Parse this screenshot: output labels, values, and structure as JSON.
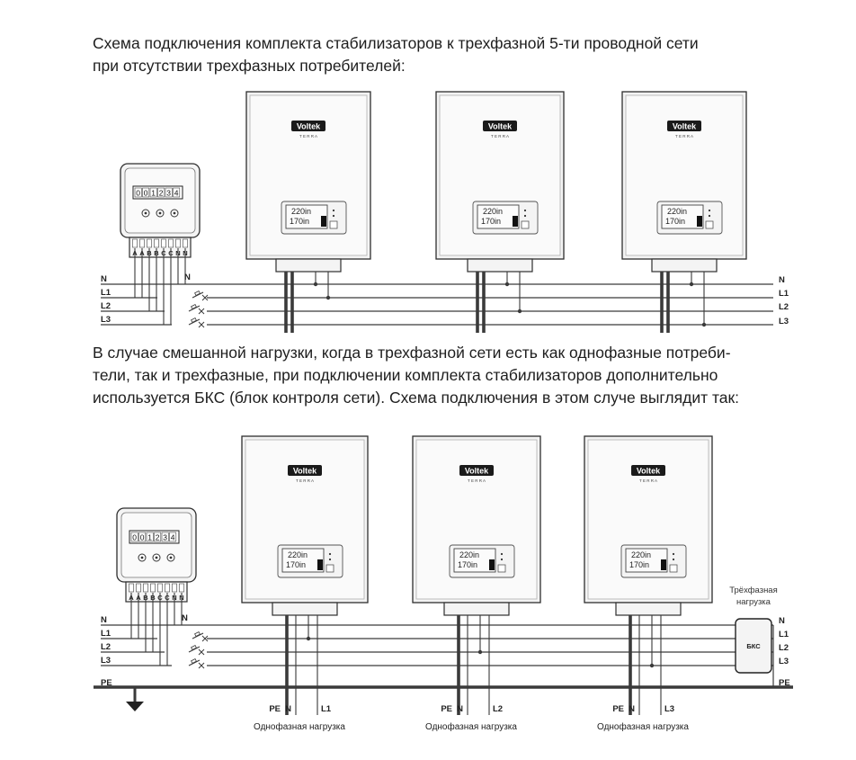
{
  "intro_paragraph": {
    "lines": [
      "Схема подключения комплекта стабилизаторов к трехфазной 5-ти проводной сети",
      "при отсутствии трехфазных потребителей:"
    ]
  },
  "mixed_paragraph": {
    "lines": [
      "В случае смешанной нагрузки, когда в трехфазной сети есть как однофазные потреби-",
      "тели, так и трехфазные, при подключении комплекта стабилизаторов дополнительно",
      "используется БКС (блок контроля сети). Схема подключения в этом случе выглядит так:"
    ]
  },
  "stabilizer": {
    "brand": "Voltek",
    "subbrand": "TERRA",
    "display_line1": "220",
    "display_line1_unit": "in",
    "display_line2": "170",
    "display_line2_unit": "in"
  },
  "meter": {
    "digits": [
      "0",
      "0",
      "1",
      "2",
      "3",
      "4"
    ],
    "terminal_labels": "AABBCCNN"
  },
  "wire_labels": {
    "n": "N",
    "l1": "L1",
    "l2": "L2",
    "l3": "L3",
    "pe": "PE"
  },
  "bks": {
    "label": "БКС",
    "caption_line1": "Трёхфазная",
    "caption_line2": "нагрузка"
  },
  "single_phase": {
    "caption": "Однофазная нагрузка",
    "outputs": [
      {
        "pe": "PE",
        "n": "N",
        "phase": "L1"
      },
      {
        "pe": "PE",
        "n": "N",
        "phase": "L2"
      },
      {
        "pe": "PE",
        "n": "N",
        "phase": "L3"
      }
    ]
  },
  "colors": {
    "wire": "#3a3a3a",
    "unit_fill": "#f3f3f3",
    "unit_stroke": "#2e2e2e",
    "logo": "#1a1a1a"
  }
}
